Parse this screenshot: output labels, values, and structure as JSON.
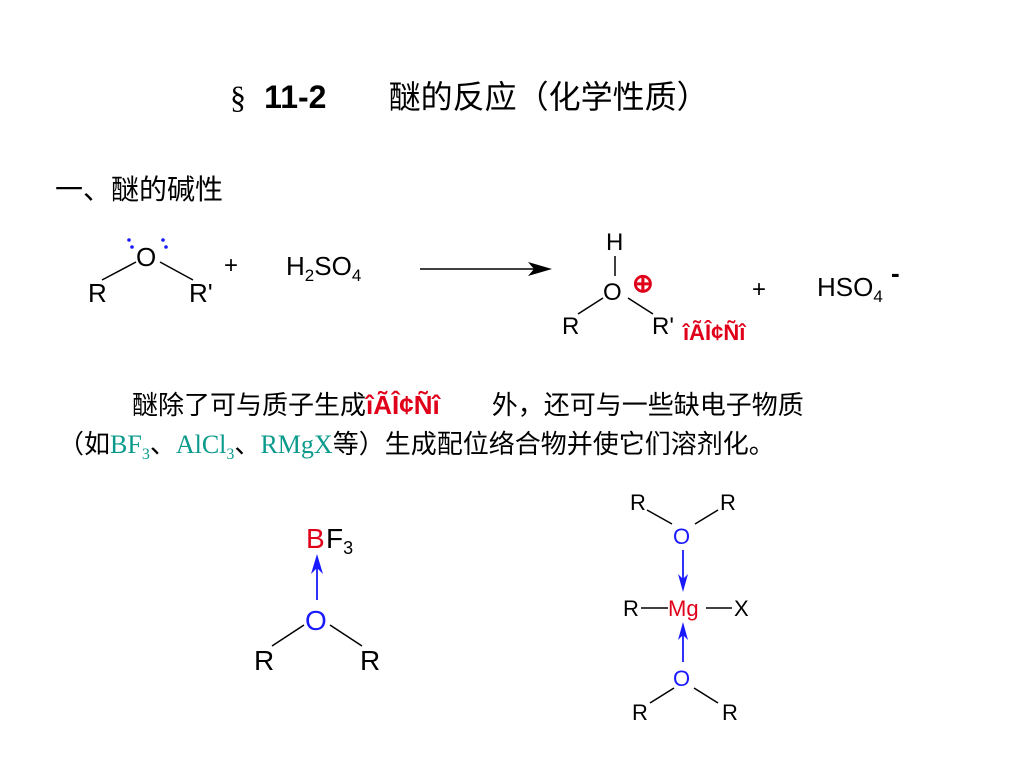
{
  "title": {
    "section_symbol": "§",
    "number": "11-2",
    "text": "醚的反应（化学性质）"
  },
  "heading1": "一、醚的碱性",
  "eq1": {
    "reactant_O": "O",
    "reactant_R": "R",
    "reactant_R2": "R'",
    "plus1": "+",
    "acid": "H2SO4",
    "prod_H": "H",
    "prod_O": "O",
    "prod_charge": "⊕",
    "prod_R": "R",
    "prod_R2": "R'",
    "garbled_label": "îÃÎ¢Ñî",
    "plus2": "+",
    "anion": "HSO4",
    "anion_charge": "-"
  },
  "paragraph": {
    "line1_a": "醚除了可与质子生成",
    "line1_garbled": "îÃÎ¢Ñî",
    "line1_b": "外，还可与一些缺电子物质",
    "line2_open": "（如",
    "bf3": "BF",
    "sub3a": "3",
    "sep1": "、",
    "alcl3": "AlCl",
    "sub3b": "3",
    "sep2": "、",
    "rmgx": "RMgX",
    "line2_rest": "等）生成配位络合物并使它们溶剂化。"
  },
  "bf3_complex": {
    "B": "B",
    "F3": "F3",
    "O": "O",
    "R1": "R",
    "R2": "R"
  },
  "mg_complex": {
    "top_R1": "R",
    "top_R2": "R",
    "top_O": "O",
    "left_R": "R",
    "Mg": "Mg",
    "X": "X",
    "bottom_O": "O",
    "bottom_R1": "R",
    "bottom_R2": "R"
  },
  "colors": {
    "blue": "#1a1aff",
    "red": "#e0001a",
    "teal": "#0a9a8c"
  }
}
